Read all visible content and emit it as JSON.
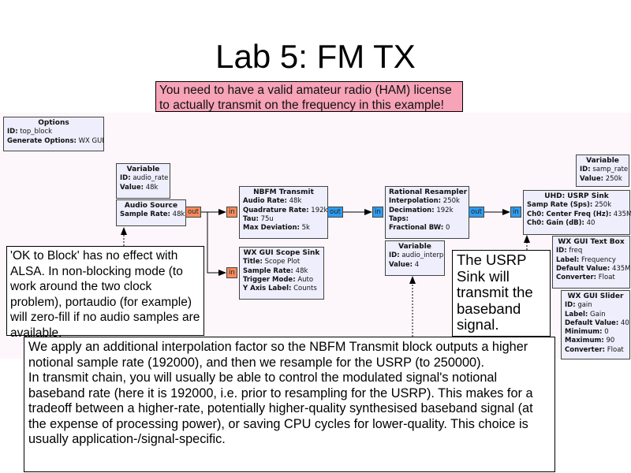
{
  "title": "Lab 5: FM TX",
  "warning": "You need to have a valid amateur radio (HAM) license to actually transmit on the frequency in this example!",
  "blocks": {
    "options": {
      "title": "Options",
      "id_label": "ID:",
      "id": "top_block",
      "gen_label": "Generate Options:",
      "gen": "WX GUI"
    },
    "var_audio_rate": {
      "title": "Variable",
      "id_label": "ID:",
      "id": "audio_rate",
      "value_label": "Value:",
      "value": "48k"
    },
    "audio_source": {
      "title": "Audio Source",
      "rate_label": "Sample Rate:",
      "rate": "48k",
      "out": "out"
    },
    "nbfm": {
      "title": "NBFM Transmit",
      "audio_label": "Audio Rate:",
      "audio": "48k",
      "quad_label": "Quadrature Rate:",
      "quad": "192k",
      "tau_label": "Tau:",
      "tau": "75u",
      "dev_label": "Max Deviation:",
      "dev": "5k",
      "in": "in",
      "out": "out"
    },
    "scope": {
      "title": "WX GUI Scope Sink",
      "t_label": "Title:",
      "t": "Scope Plot",
      "rate_label": "Sample Rate:",
      "rate": "48k",
      "trig_label": "Trigger Mode:",
      "trig": "Auto",
      "y_label": "Y Axis Label:",
      "y": "Counts",
      "in": "in"
    },
    "resampler": {
      "title": "Rational Resampler",
      "interp_label": "Interpolation:",
      "interp": "250k",
      "dec_label": "Decimation:",
      "dec": "192k",
      "taps_label": "Taps:",
      "bw_label": "Fractional BW:",
      "bw": "0",
      "in": "in",
      "out": "out"
    },
    "var_audio_interp": {
      "title": "Variable",
      "id_label": "ID:",
      "id": "audio_interp",
      "value_label": "Value:",
      "value": "4"
    },
    "var_samp_rate": {
      "title": "Variable",
      "id_label": "ID:",
      "id": "samp_rate",
      "value_label": "Value:",
      "value": "250k"
    },
    "usrp": {
      "title": "UHD: USRP Sink",
      "rate_label": "Samp Rate (Sps):",
      "rate": "250k",
      "freq_label": "Ch0: Center Freq (Hz):",
      "freq": "435M",
      "gain_label": "Ch0: Gain (dB):",
      "gain": "40",
      "in": "in"
    },
    "textbox": {
      "title": "WX GUI Text Box",
      "id_label": "ID:",
      "id": "freq",
      "label_label": "Label:",
      "label": "Frequency",
      "def_label": "Default Value:",
      "def": "435M",
      "conv_label": "Converter:",
      "conv": "Float"
    },
    "slider": {
      "title": "WX GUI Slider",
      "id_label": "ID:",
      "id": "gain",
      "label_label": "Label:",
      "label": "Gain",
      "def_label": "Default Value:",
      "def": "40",
      "min_label": "Minimum:",
      "min": "0",
      "max_label": "Maximum:",
      "max": "90",
      "conv_label": "Converter:",
      "conv": "Float"
    }
  },
  "notes": {
    "ok_to_block": "'OK to Block' has no effect with ALSA. In non-blocking mode (to work around the two clock problem), portaudio (for example) will zero-fill if no audio samples are available.",
    "usrp": "The USRP Sink will transmit the baseband signal.",
    "interp_p1": "We apply an additional interpolation factor so the NBFM Transmit block outputs a higher notional sample rate (192000), and then we resample for the USRP (to 250000).",
    "interp_p2": "In transmit chain, you will usually be able to control the modulated signal's notional baseband rate (here it is 192000, i.e. prior to resampling for the USRP). This makes for a tradeoff between a higher-rate, potentially higher-quality synthesised baseband signal (at the expense of processing power), or saving CPU cycles for lower-quality. This choice is usually application-/signal-specific."
  }
}
